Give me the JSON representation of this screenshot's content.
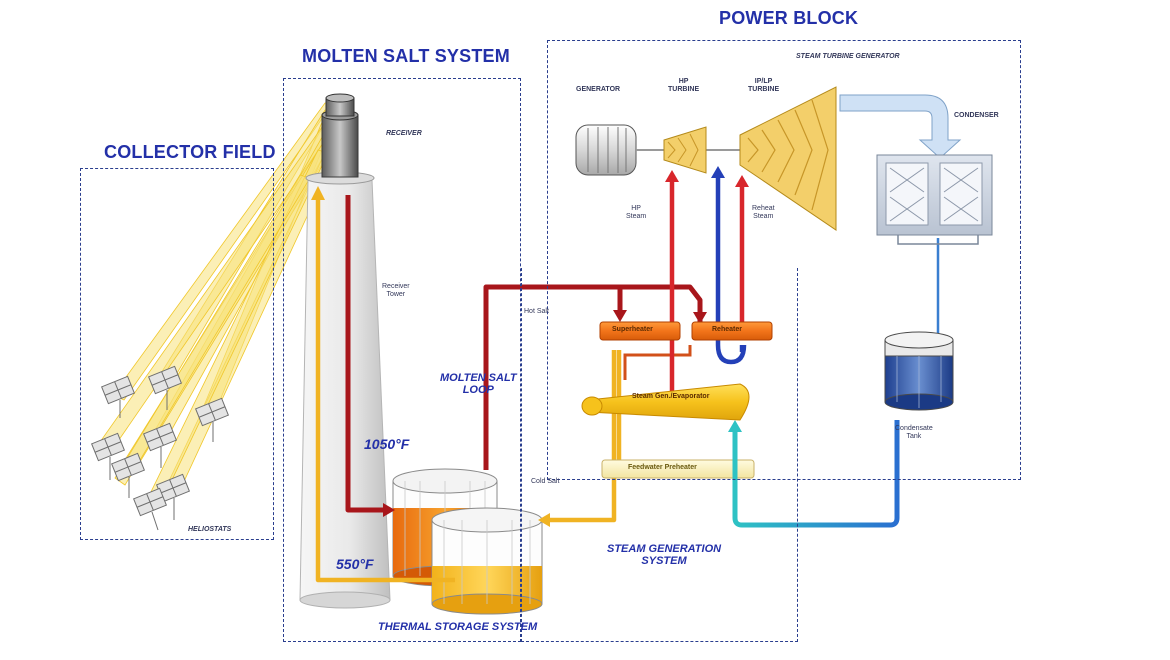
{
  "sections": {
    "collector_field": "COLLECTOR FIELD",
    "molten_salt_system": "MOLTEN SALT SYSTEM",
    "power_block": "POWER BLOCK",
    "molten_salt_loop": "MOLTEN SALT\nLOOP",
    "steam_generation_system": "STEAM GENERATION\nSYSTEM",
    "thermal_storage_system": "THERMAL STORAGE SYSTEM",
    "steam_turbine_generator": "STEAM TURBINE GENERATOR"
  },
  "labels": {
    "heliostats": "HELIOSTATS",
    "receiver": "RECEIVER",
    "receiver_tower": "Receiver\nTower",
    "generator": "GENERATOR",
    "hp_turbine": "HP\nTURBINE",
    "ip_lp_turbine": "IP/LP\nTURBINE",
    "condenser": "CONDENSER",
    "hp_steam": "HP\nSteam",
    "reheat_steam": "Reheat\nSteam",
    "hot_salt": "Hot Salt",
    "cold_salt": "Cold Salt",
    "superheater": "Superheater",
    "reheater": "Reheater",
    "steam_gen_evaporator": "Steam Gen./Evaporator",
    "feedwater_preheater": "Feedwater Preheater",
    "condensate_tank": "Condensate\nTank"
  },
  "temperatures": {
    "hot": "1050°F",
    "cold": "550°F"
  },
  "colors": {
    "section_title": "#2330a8",
    "box_border": "#2a3e8e",
    "hot_salt": "#a8161b",
    "cold_salt": "#f0b323",
    "steam_hot": "#d8262b",
    "water_cold": "#2440b8",
    "condensate_line": "#3a7fd0",
    "feedwater": "#39b6c4",
    "sun_rays": "#f6d84a",
    "turbine": "#f3cf6a"
  }
}
